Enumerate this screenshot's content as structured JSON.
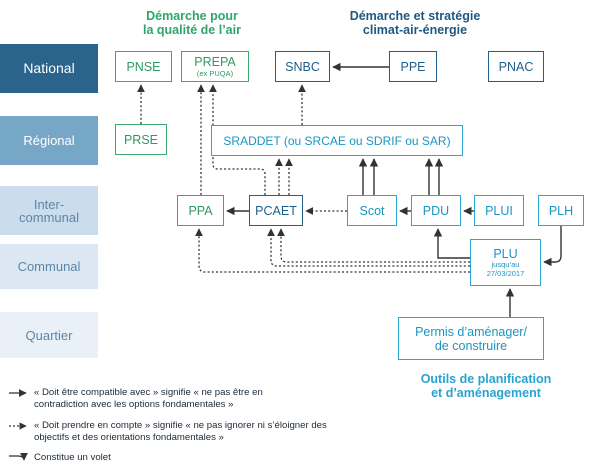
{
  "levels": {
    "national": "National",
    "regional": "Régional",
    "intercommunal": "Inter-\ncommunal",
    "communal": "Communal",
    "quartier": "Quartier"
  },
  "headings": {
    "air_quality": "Démarche pour\nla qualité de l’air",
    "climate_strategy": "Démarche et stratégie\nclimat-air-énergie",
    "planning_tools": "Outils de planification\net d’aménagement"
  },
  "nodes": {
    "pnse": "PNSE",
    "prepa": "PREPA",
    "prepa_sub": "(ex PUQA)",
    "snbc": "SNBC",
    "ppe": "PPE",
    "pnac": "PNAC",
    "prse": "PRSE",
    "sraddet": "SRADDET (ou SRCAE ou SDRIF ou SAR)",
    "ppa": "PPA",
    "pcaet": "PCAET",
    "scot": "Scot",
    "pdu": "PDU",
    "plui": "PLUI",
    "plh": "PLH",
    "plu": "PLU",
    "plu_sub": "jusqu’au\n27/03/2017",
    "permis": "Permis d’aménager/\nde construire"
  },
  "legend": {
    "compatible": "« Doit être compatible avec » signifie « ne pas être en contradiction avec les options fondamentales »",
    "take_into_account": "« Doit prendre en compte » signifie « ne pas ignorer ni s’éloigner des objectifs et des orientations fondamentales »",
    "volet": "Constitue un volet"
  },
  "colors": {
    "air_green": "#3aaa72",
    "climate_navy": "#1f5f8b",
    "planning_cyan": "#29a6d1",
    "arrow": "#333333"
  }
}
